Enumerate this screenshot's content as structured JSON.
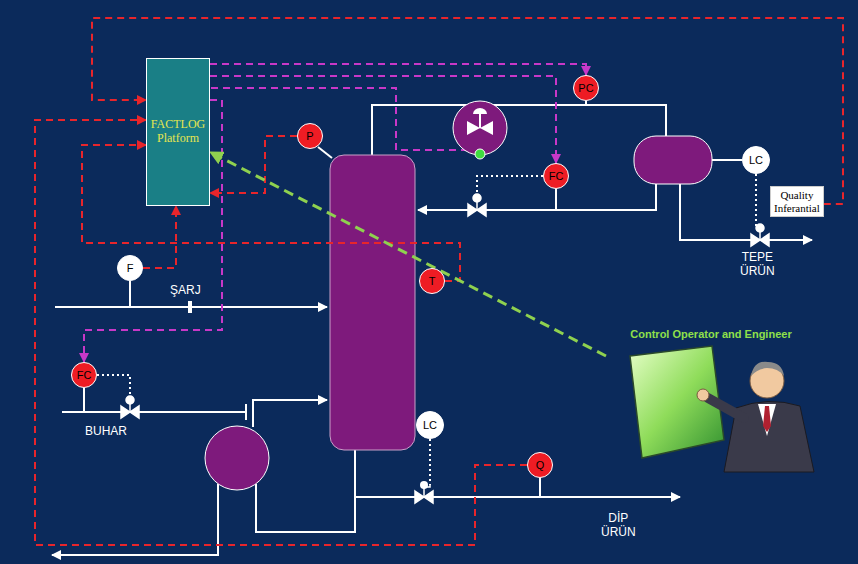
{
  "diagram": {
    "nodes": [
      {
        "text": [
          "FACTLOG Platform"
        ]
      },
      {
        "text": [
          "PC"
        ]
      },
      {
        "text": [
          "P"
        ]
      },
      {
        "text": [
          "LC"
        ]
      },
      {
        "text": [
          "FC"
        ]
      },
      {
        "text": [
          "Quality Inferantial"
        ]
      },
      {
        "text": [
          "F"
        ]
      },
      {
        "text": [
          "T"
        ]
      },
      {
        "text": [
          "Control Operator and Engineer"
        ]
      },
      {
        "text": [
          "FC"
        ]
      },
      {
        "text": [
          "LC"
        ]
      },
      {
        "text": [
          "Q"
        ]
      }
    ],
    "edges": [
      {
        "from": 0,
        "to": 1,
        "arrow": "to"
      },
      {
        "from": 0,
        "to": 4,
        "arrow": "to"
      },
      {
        "from": 0,
        "to": 9,
        "arrow": "to"
      },
      {
        "from": 5,
        "to": 0,
        "arrow": "to"
      },
      {
        "from": 2,
        "to": 0,
        "arrow": "to"
      },
      {
        "from": 6,
        "to": 0,
        "arrow": "to"
      },
      {
        "from": 7,
        "to": 0,
        "arrow": "to"
      },
      {
        "from": 11,
        "to": 0,
        "arrow": "to"
      },
      {
        "from": 8,
        "to": 0,
        "arrow": "to"
      }
    ],
    "labels": [
      "ŞARJ",
      "BUHAR",
      "TEPE ÜRÜN",
      "DİP ÜRÜN"
    ]
  }
}
